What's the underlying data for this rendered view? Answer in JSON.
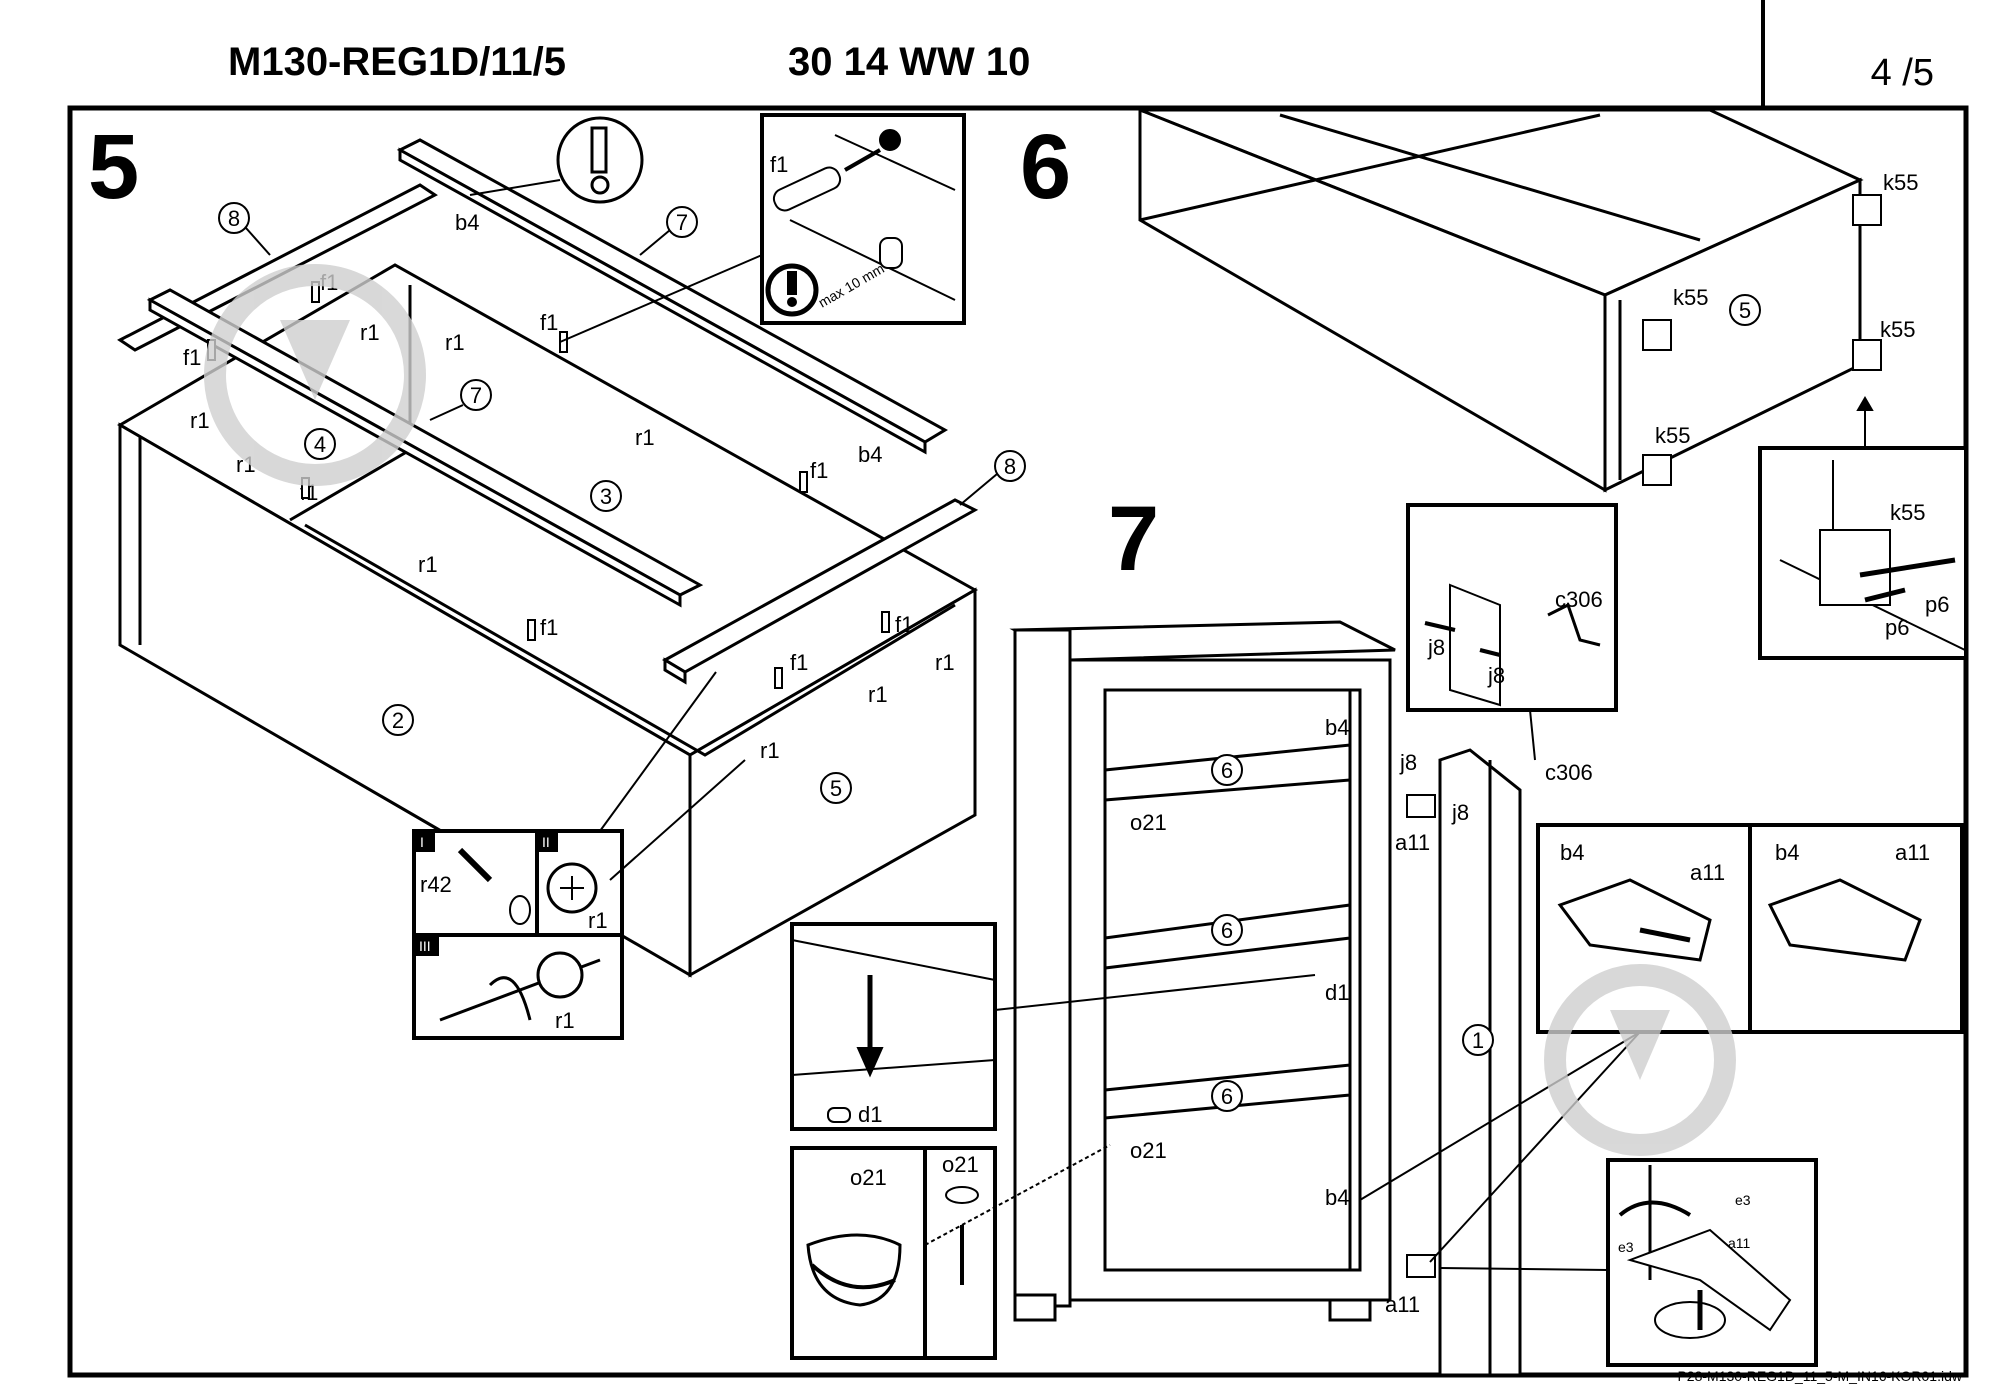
{
  "header": {
    "model_code": "M130-REG1D/11/5",
    "article_code": "30 14 WW 10",
    "page": "4 /5"
  },
  "footer": {
    "file_name": "P28-M130-REG1D_11_5-M_IN16-KOR01.idw"
  },
  "steps": {
    "step5": {
      "number": "5",
      "part_numbers": [
        "8",
        "7",
        "7",
        "8",
        "4",
        "3",
        "2",
        "5"
      ],
      "labels": {
        "b4": "b4",
        "f1": "f1",
        "r1": "r1",
        "r42": "r42"
      },
      "detail_f1": {
        "label": "f1",
        "note": "max 10 mm"
      },
      "detail_cam": {
        "panel_I": "I",
        "panel_II": "II",
        "panel_III": "III",
        "label_r42": "r42",
        "label_r1": "r1"
      }
    },
    "step6": {
      "number": "6",
      "part_number": "5",
      "labels": {
        "k55": "k55",
        "p6": "p6"
      }
    },
    "step7": {
      "number": "7",
      "shelf_numbers": [
        "6",
        "6",
        "6"
      ],
      "door_number": "1",
      "labels": {
        "b4": "b4",
        "d1": "d1",
        "o21": "o21",
        "j8": "j8",
        "c306": "c306",
        "a11": "a11",
        "e3": "e3"
      }
    }
  },
  "icons": [
    "exclamation-icon",
    "warning-icon",
    "rotation-arrow-icon",
    "screwdriver-icon"
  ]
}
